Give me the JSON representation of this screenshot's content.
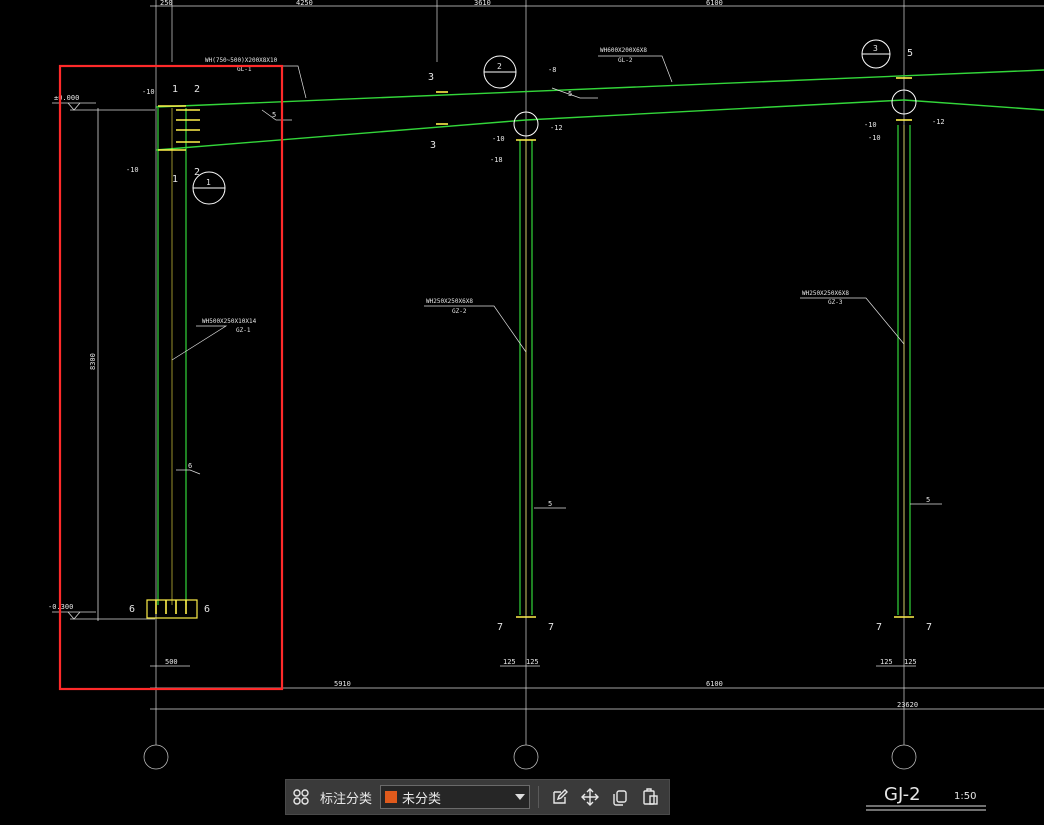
{
  "drawing": {
    "dims_top": [
      "250",
      "4250",
      "3610",
      "6100"
    ],
    "dims_bottom": [
      "5910",
      "6100",
      "23620"
    ],
    "base_dims": [
      "500",
      "125",
      "125",
      "125",
      "125"
    ],
    "elev_top": "±0.000",
    "elev_bottom": "-0.300",
    "height_dim": "8300",
    "beam1_label": [
      "WH(750~500)X200X8X10",
      "GL-1"
    ],
    "beam2_label": [
      "WH600X200X6X8",
      "GL-2"
    ],
    "col1_label": [
      "WH500X250X10X14",
      "GZ-1"
    ],
    "col2_label": [
      "WH250X250X6X8",
      "GZ-2"
    ],
    "col3_label": [
      "WH250X250X6X8",
      "GZ-3"
    ],
    "sections": [
      "1",
      "2",
      "3",
      "5",
      "6",
      "7"
    ],
    "details": [
      "1",
      "2",
      "3"
    ],
    "plate_marks": [
      "-10",
      "-10",
      "-8",
      "-12",
      "-10",
      "-18",
      "-10",
      "-10",
      "-12"
    ],
    "weld_marks": [
      "5",
      "5",
      "6",
      "5",
      "5"
    ],
    "title": "GJ-2",
    "scale": "1:50"
  },
  "toolbar": {
    "label": "标注分类",
    "selected": "未分类",
    "swatch_color": "#e05a1c"
  },
  "colors": {
    "member": "#33d63a",
    "member_edge": "#ffef4a",
    "dim": "#d8d8d8",
    "highlight": "#ff2a2a"
  }
}
